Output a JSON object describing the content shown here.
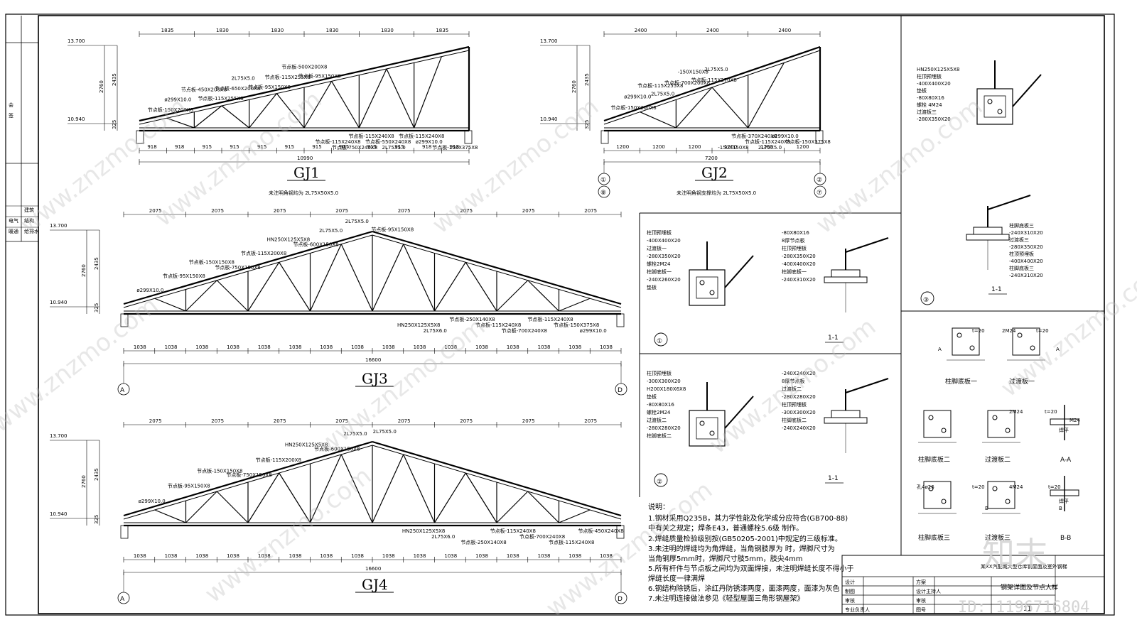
{
  "trusses": [
    {
      "id": "gj1",
      "label": "GJ1",
      "top_dims": [
        "1835",
        "1830",
        "1830",
        "1830",
        "1830",
        "1835"
      ],
      "bottom_dims": [
        "918",
        "918",
        "915",
        "915",
        "915",
        "915",
        "915",
        "915",
        "915",
        "915",
        "918",
        "918"
      ],
      "total": "10990",
      "height_outer": "2760",
      "height_inner": "2435",
      "height_eave": "325",
      "elev_top": "13.700",
      "elev_bot": "10.940",
      "note": "未注明角钢均为 2L75X50X5.0",
      "labels": [
        "节点板-150X200X8",
        "ø299X10.0",
        "节点板-450X200X8",
        "节点板-115X255X8",
        "节点板-650X200X8",
        "2L75X5.0",
        "节点板-95X150X8",
        "节点板-115X255X8",
        "节点板-500X200X8",
        "节点板-95X150X8",
        "节点板-115X240X8",
        "节点板-750X240X8",
        "节点板-115X240X8",
        "节点板-550X240X8",
        "2L75X5.0",
        "节点板-115X240X8",
        "ø299X10.0",
        "节点板-150X375X8"
      ]
    },
    {
      "id": "gj2",
      "label": "GJ2",
      "top_dims": [
        "2400",
        "2400",
        "2400"
      ],
      "bottom_dims": [
        "1200",
        "1200",
        "1200",
        "1200",
        "1200",
        "1200"
      ],
      "total": "7200",
      "height_outer": "2760",
      "height_inner": "2435",
      "height_eave": "325",
      "elev_top": "13.700",
      "elev_bot": "10.940",
      "note": "未注明角钢支撑均为 2L75X50X5.0",
      "axis_left": "①",
      "axis_left2": "⑧",
      "axis_right": "②",
      "axis_right2": "⑦",
      "labels": [
        "节点板-150X200X8",
        "ø299X10.0",
        "节点板-115X255X8",
        "2L75X5.0",
        "节点板-700X200X8",
        "-150X150X8",
        "节点板-115X270X8",
        "2L75X5.0",
        "-150X150X8",
        "节点板-370X240X8",
        "节点板-115X240X8",
        "2L75X5.0",
        "ø299X10.0",
        "节点板-150X375X8"
      ]
    },
    {
      "id": "gj3",
      "label": "GJ3",
      "top_dims": [
        "2075",
        "2075",
        "2075",
        "2075",
        "2075",
        "2075",
        "2075",
        "2075"
      ],
      "bottom_dims": [
        "1038",
        "1038",
        "1038",
        "1038",
        "1038",
        "1038",
        "1038",
        "1038",
        "1038",
        "1038",
        "1038",
        "1038",
        "1038",
        "1038",
        "1038",
        "1038"
      ],
      "total": "16600",
      "height_outer": "2760",
      "height_inner": "2435",
      "height_eave": "325",
      "elev_top": "13.700",
      "elev_bot": "10.940",
      "axis_left": "A",
      "axis_right": "D",
      "labels": [
        "ø299X10.0",
        "节点板-95X150X8",
        "节点板-150X150X8",
        "节点板-750X150X8",
        "节点板-115X200X8",
        "HN250X125X5X8",
        "节点板-600X150X8",
        "2L75X5.0",
        "2L75X5.0",
        "节点板-95X150X8",
        "HN250X125X5X8",
        "2L75X6.0",
        "节点板-250X140X8",
        "节点板-115X240X8",
        "节点板-700X240X8",
        "节点板-115X240X8",
        "节点板-150X375X8",
        "ø299X10.0"
      ]
    },
    {
      "id": "gj4",
      "label": "GJ4",
      "top_dims": [
        "2075",
        "2075",
        "2075",
        "2075",
        "2075",
        "2075",
        "2075",
        "2075"
      ],
      "bottom_dims": [
        "1038",
        "1038",
        "1038",
        "1038",
        "1038",
        "1038",
        "1038",
        "1038",
        "1038",
        "1038",
        "1038",
        "1038",
        "1038",
        "1038",
        "1038",
        "1038"
      ],
      "total": "16600",
      "height_outer": "2760",
      "height_inner": "2435",
      "height_eave": "325",
      "elev_top": "13.700",
      "elev_bot": "10.940",
      "axis_left": "A",
      "axis_right": "D",
      "labels": [
        "ø299X10.0",
        "节点板-95X150X8",
        "节点板-150X150X8",
        "节点板-750X150X8",
        "节点板-115X200X8",
        "HN250X125X5X8",
        "节点板-600X150X8",
        "2L75X5.0",
        "2L75X5.0",
        "HN250X125X5X8",
        "2L75X6.0",
        "节点板-250X140X8",
        "节点板-115X240X8",
        "节点板-700X240X8",
        "节点板-115X240X8",
        "节点板-450X240X8"
      ]
    }
  ],
  "details": {
    "d1": {
      "circle": "①",
      "section": "1-1",
      "labels": [
        "柱顶预埋板",
        "-400X400X20",
        "过渡板一",
        "-280X350X20",
        "螺栓2M24",
        "柱脚底板一",
        "-240X260X20",
        "垫板",
        "-80X80X16",
        "8厚节点板",
        "柱顶预埋板",
        "-280X350X20",
        "-400X400X20",
        "柱脚底板一",
        "-240X310X20"
      ]
    },
    "d2": {
      "circle": "②",
      "section": "1-1",
      "labels": [
        "柱顶预埋板",
        "-300X300X20",
        "H200X180X6X8",
        "垫板",
        "-80X80X16",
        "螺栓2M24",
        "过渡板二",
        "-280X280X20",
        "柱脚底板二",
        "-240X240X20",
        "8厚节点板",
        "过渡板二",
        "-280X280X20",
        "柱顶预埋板",
        "-300X300X20",
        "柱脚底板二",
        "-240X240X20"
      ]
    },
    "d3": {
      "circle": "③",
      "section": "1-1",
      "labels": [
        "HN250X125X5X8",
        "柱顶预埋板",
        "-400X400X20",
        "垫板",
        "-80X80X16",
        "螺栓 4M24",
        "过渡板三",
        "-280X350X20",
        "柱脚底板三",
        "-240X310X20",
        "过渡板三",
        "-280X350X20",
        "柱顶预埋板",
        "-400X400X20",
        "柱脚底板三",
        "-240X310X20"
      ]
    }
  },
  "plates": [
    {
      "name": "柱脚底板一"
    },
    {
      "name": "过渡板一"
    },
    {
      "name": "柱脚底板二"
    },
    {
      "name": "过渡板二"
    },
    {
      "name": "A-A"
    },
    {
      "name": "柱脚底板三"
    },
    {
      "name": "过渡板三"
    },
    {
      "name": "B-B"
    }
  ],
  "plate_tags": [
    "t=20",
    "2M24",
    "t=20",
    "2M24",
    "t=20",
    "M24",
    "孔4ø26",
    "t=20",
    "4M24",
    "t=20",
    "焊平",
    "焊平",
    "A",
    "A",
    "B",
    "B"
  ],
  "notes": {
    "title": "说明：",
    "lines": [
      "1.钢材采用Q235B，其力学性能及化学成分应符合(GB700-88)",
      "   中有关之规定；焊条E43，普通螺栓5.6级 制作。",
      "2.焊缝质量检验级别按(GB50205-2001)中规定的三级标准。",
      "3.未注明的焊缝均为角焊缝，当角钢肢厚为   时，焊脚尺寸为",
      "   当角钢厚5mm时，焊脚尺寸肢5mm，肢尖4mm",
      "5.所有杆件与节点板之间均为双面焊接，未注明焊缝长度不得小于",
      "   焊缝长度一律满焊",
      "6.钢结构除锈后，涂红丹防锈漆两度，面漆两度，面漆为灰色",
      "7.未注明连接做法参见《轻型屋面三角形钢屋架》"
    ]
  },
  "title_block": {
    "project": "某XX汽配城大型仓库钢屋面及室外钢梯",
    "drawing": "钢架详图及节点大样",
    "rows": [
      "设计",
      "制图",
      "审核",
      "专业负责人"
    ],
    "cols": [
      "方案",
      "设计主持人",
      "审核",
      "图号"
    ],
    "sheet_no": "11"
  },
  "left_strip": [
    "会",
    "签",
    "建筑",
    "结构",
    "给排水",
    "电气",
    "暖通"
  ],
  "watermark": "www.znzmo.com",
  "watermark_cn": "知末网",
  "logo": "知末",
  "id_text": "ID: 1196716804"
}
